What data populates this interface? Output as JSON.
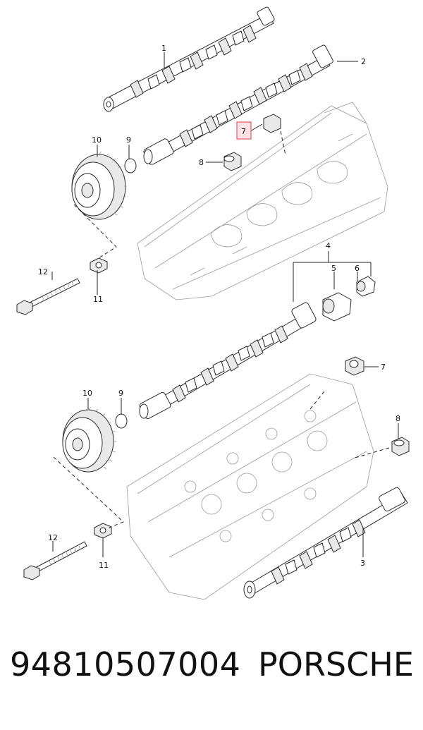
{
  "callouts": {
    "c1": "1",
    "c2": "2",
    "c7a": "7",
    "c8a": "8",
    "c9a": "9",
    "c10a": "10",
    "c11a": "11",
    "c12a": "12",
    "c4": "4",
    "c5": "5",
    "c6": "6",
    "c7b": "7",
    "c8b": "8",
    "c9b": "9",
    "c10b": "10",
    "c11b": "11",
    "c12b": "12",
    "c3": "3"
  },
  "highlight_color": "#e05a6a",
  "footer": {
    "part_number": "94810507004",
    "brand": "PORSCHE"
  }
}
